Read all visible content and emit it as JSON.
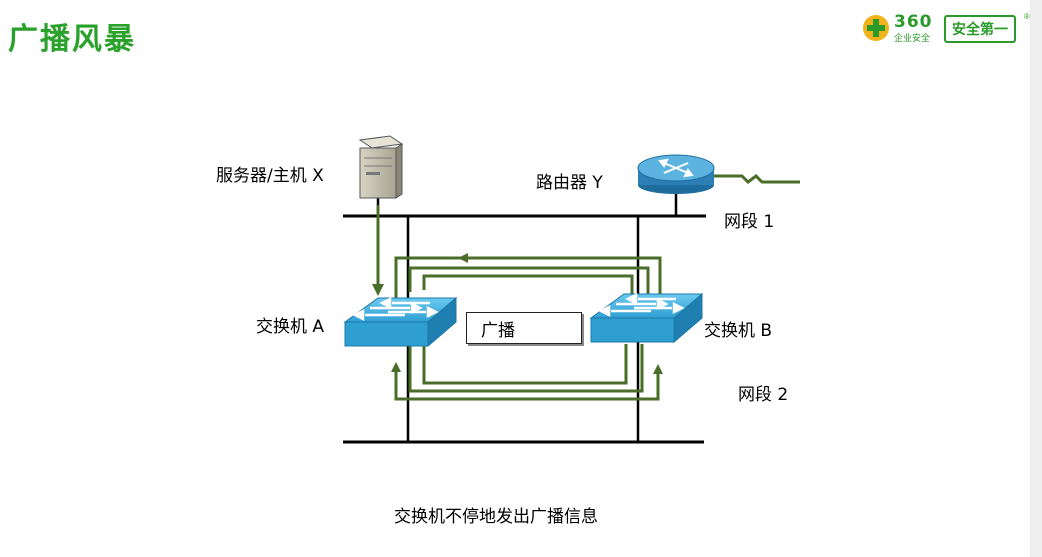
{
  "slide": {
    "title": "广播风暴",
    "caption": "交换机不停地发出广播信息"
  },
  "logo": {
    "number": "360",
    "subtitle": "企业安全",
    "slogan": "安全第一",
    "reg_mark": "®"
  },
  "labels": {
    "server": "服务器/主机 X",
    "router": "路由器 Y",
    "segment1": "网段 1",
    "segment2": "网段 2",
    "switch_a": "交换机 A",
    "switch_b": "交换机 B",
    "broadcast": "广播"
  },
  "colors": {
    "title_green": "#2aa12a",
    "path_green": "#4a6e2a",
    "switch_blue": "#2fa6d8",
    "router_blue": "#3c8fc4",
    "line_black": "#000000"
  }
}
